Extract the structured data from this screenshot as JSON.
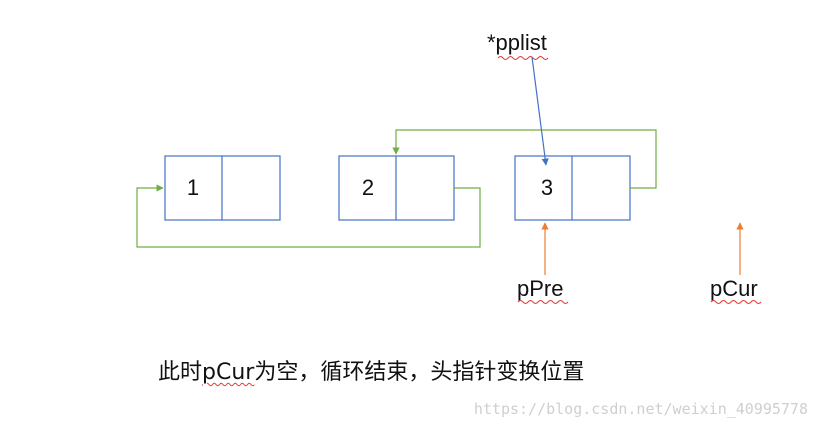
{
  "nodes": [
    {
      "label": "1"
    },
    {
      "label": "2"
    },
    {
      "label": "3"
    }
  ],
  "pointers": {
    "head": "*pplist",
    "prev": "pPre",
    "cur": "pCur"
  },
  "caption": {
    "prefix": "此时",
    "highlight": "pCur",
    "suffix": "为空，循环结束，头指针变换位置"
  },
  "watermark": "https://blog.csdn.net/weixin_40995778",
  "colors": {
    "node_border": "#4472c4",
    "link_arrow": "#70ad47",
    "head_arrow": "#4472c4",
    "pointer_arrow": "#ed7d31",
    "spellcheck": "#e53935"
  }
}
